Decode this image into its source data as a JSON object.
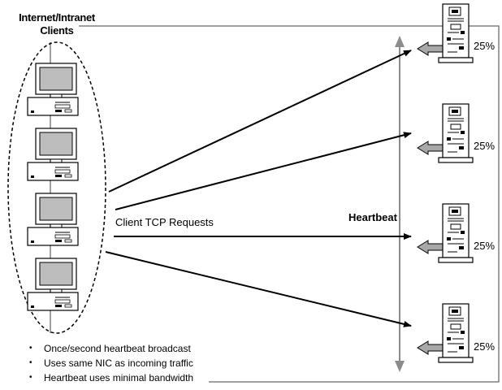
{
  "title": {
    "line1": "Internet/Intranet",
    "line2": "Clients"
  },
  "labels": {
    "requests": "Client TCP Requests",
    "heartbeat": "Heartbeat"
  },
  "servers": [
    {
      "load": "25%"
    },
    {
      "load": "25%"
    },
    {
      "load": "25%"
    },
    {
      "load": "25%"
    }
  ],
  "notes": [
    "Once/second heartbeat broadcast",
    "Uses same NIC as incoming traffic",
    "Heartbeat uses minimal bandwidth"
  ],
  "bullet_glyph": "•",
  "colors": {
    "line": "#000000",
    "frame": "#808080",
    "heartbeat_arrow": "#8c8c8c",
    "server_arrow": "#a8a8a8",
    "screen": "#bdbdbd"
  }
}
